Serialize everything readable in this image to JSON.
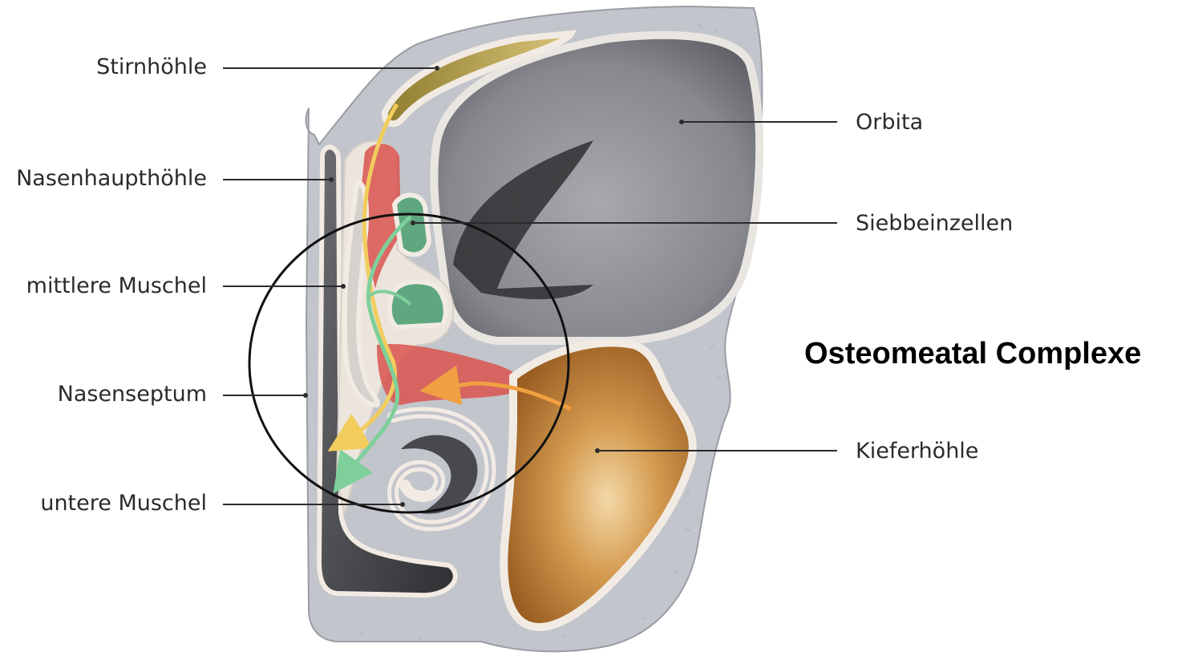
{
  "title": "Osteomeatal Complexe",
  "labels": {
    "left": [
      "Stirnhöhle",
      "Nasenhaupthöhle",
      "mittlere Muschel",
      "Nasenseptum",
      "untere Muschel"
    ],
    "right": [
      "Orbita",
      "Siebbeinzellen",
      "Kieferhöhle"
    ]
  },
  "colors": {
    "bone": "#b9bcc2",
    "mucosa": "#f2ebe4",
    "frontal_sinus": "#b9a55a",
    "ethmoid_cells": "#5fa77f",
    "maxillary_sinus": "#c98a3e",
    "orbit": "#8d8f95",
    "nasal_cavity": "#57595d",
    "inflamed_mucosa": "#d9544f",
    "flow_yellow": "#f2cd5c",
    "flow_green": "#7fcf9a",
    "flow_orange": "#f0a040"
  }
}
